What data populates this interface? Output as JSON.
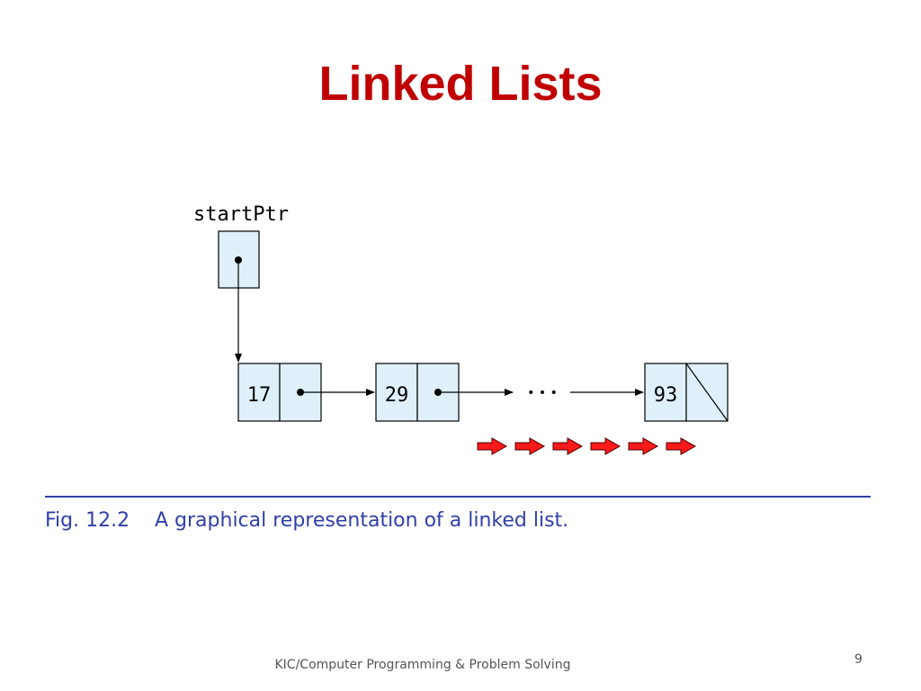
{
  "slide": {
    "title": "Linked Lists",
    "footer": "KIC/Computer Programming & Problem Solving",
    "page_number": "9"
  },
  "diagram": {
    "start_pointer_label": "startPtr",
    "nodes": [
      {
        "value": "17",
        "next": "pointer"
      },
      {
        "value": "29",
        "next": "pointer"
      },
      {
        "value": "93",
        "next": "null"
      }
    ],
    "ellipsis": "• • •",
    "red_arrow_count": 6,
    "colors": {
      "node_fill": "#dff0fb",
      "stroke": "#000000",
      "red_arrow": "#ff1a1a",
      "caption": "#2f3fa8",
      "title": "#c00000"
    }
  },
  "caption": {
    "figure": "Fig. 12.2",
    "text": "A graphical representation of a linked list."
  }
}
